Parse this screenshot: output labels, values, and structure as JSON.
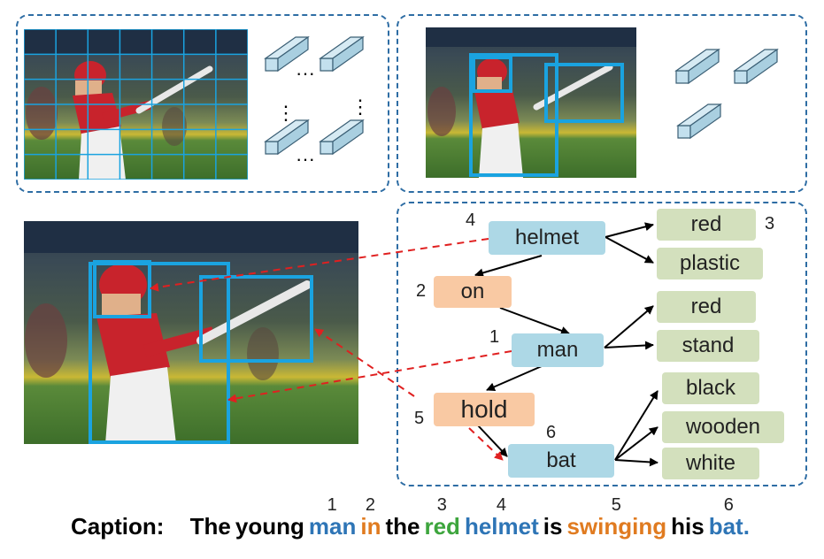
{
  "graph": {
    "objects": {
      "helmet": {
        "label": "helmet",
        "order": "4"
      },
      "man": {
        "label": "man",
        "order": "1"
      },
      "bat": {
        "label": "bat",
        "order": "6"
      }
    },
    "relations": {
      "on": {
        "label": "on",
        "order": "2"
      },
      "hold": {
        "label": "hold",
        "order": "5"
      }
    },
    "attributes": {
      "helmet_red": {
        "label": "red",
        "order": "3"
      },
      "helmet_plastic": {
        "label": "plastic"
      },
      "man_red": {
        "label": "red"
      },
      "man_stand": {
        "label": "stand"
      },
      "bat_black": {
        "label": "black"
      },
      "bat_wooden": {
        "label": "wooden"
      },
      "bat_white": {
        "label": "white"
      }
    }
  },
  "caption": {
    "label": "Caption:",
    "words": [
      {
        "text": "The",
        "color": "#000000",
        "num": ""
      },
      {
        "text": "young",
        "color": "#000000",
        "num": ""
      },
      {
        "text": "man",
        "color": "#2e75b6",
        "num": "1"
      },
      {
        "text": "in",
        "color": "#e07b20",
        "num": "2"
      },
      {
        "text": "the",
        "color": "#000000",
        "num": ""
      },
      {
        "text": "red",
        "color": "#3da53d",
        "num": "3"
      },
      {
        "text": "helmet",
        "color": "#2e75b6",
        "num": "4"
      },
      {
        "text": "is",
        "color": "#000000",
        "num": ""
      },
      {
        "text": "swinging",
        "color": "#e07b20",
        "num": "5"
      },
      {
        "text": "his",
        "color": "#000000",
        "num": ""
      },
      {
        "text": "bat.",
        "color": "#2e75b6",
        "num": "6"
      }
    ]
  },
  "colors": {
    "panel_border": "#2e6da4",
    "box_stroke": "#1aa3e0",
    "dashed_arrow": "#e02020",
    "object_fill": "#add8e6",
    "relation_fill": "#f9c9a3",
    "attribute_fill": "#d3e0bd"
  },
  "icons": {
    "feature_cube": "cuboid-icon",
    "vertical_ellipsis": "vertical-dots-icon",
    "horizontal_ellipsis": "horizontal-dots-icon"
  }
}
